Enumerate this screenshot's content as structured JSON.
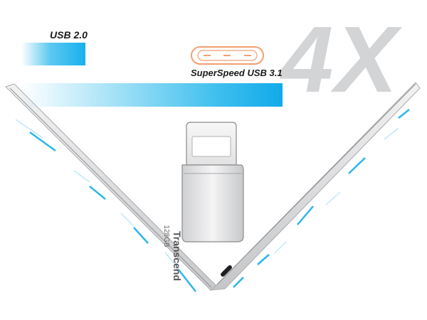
{
  "usb2": {
    "label": "USB 2.0"
  },
  "usb31": {
    "label": "SuperSpeed USB 3.1"
  },
  "speed_factor": "4X",
  "device": {
    "brand": "Transcend",
    "capacity": "128GB"
  },
  "colors": {
    "accent_blue": "#18b0ec",
    "speed_text": "#d3d4d6",
    "port_outline": "#f0a070",
    "laptop_silver": "#d9d9db"
  },
  "icons": [
    "usb-c-port-icon",
    "usb-flash-drive-icon",
    "laptop-icon"
  ]
}
